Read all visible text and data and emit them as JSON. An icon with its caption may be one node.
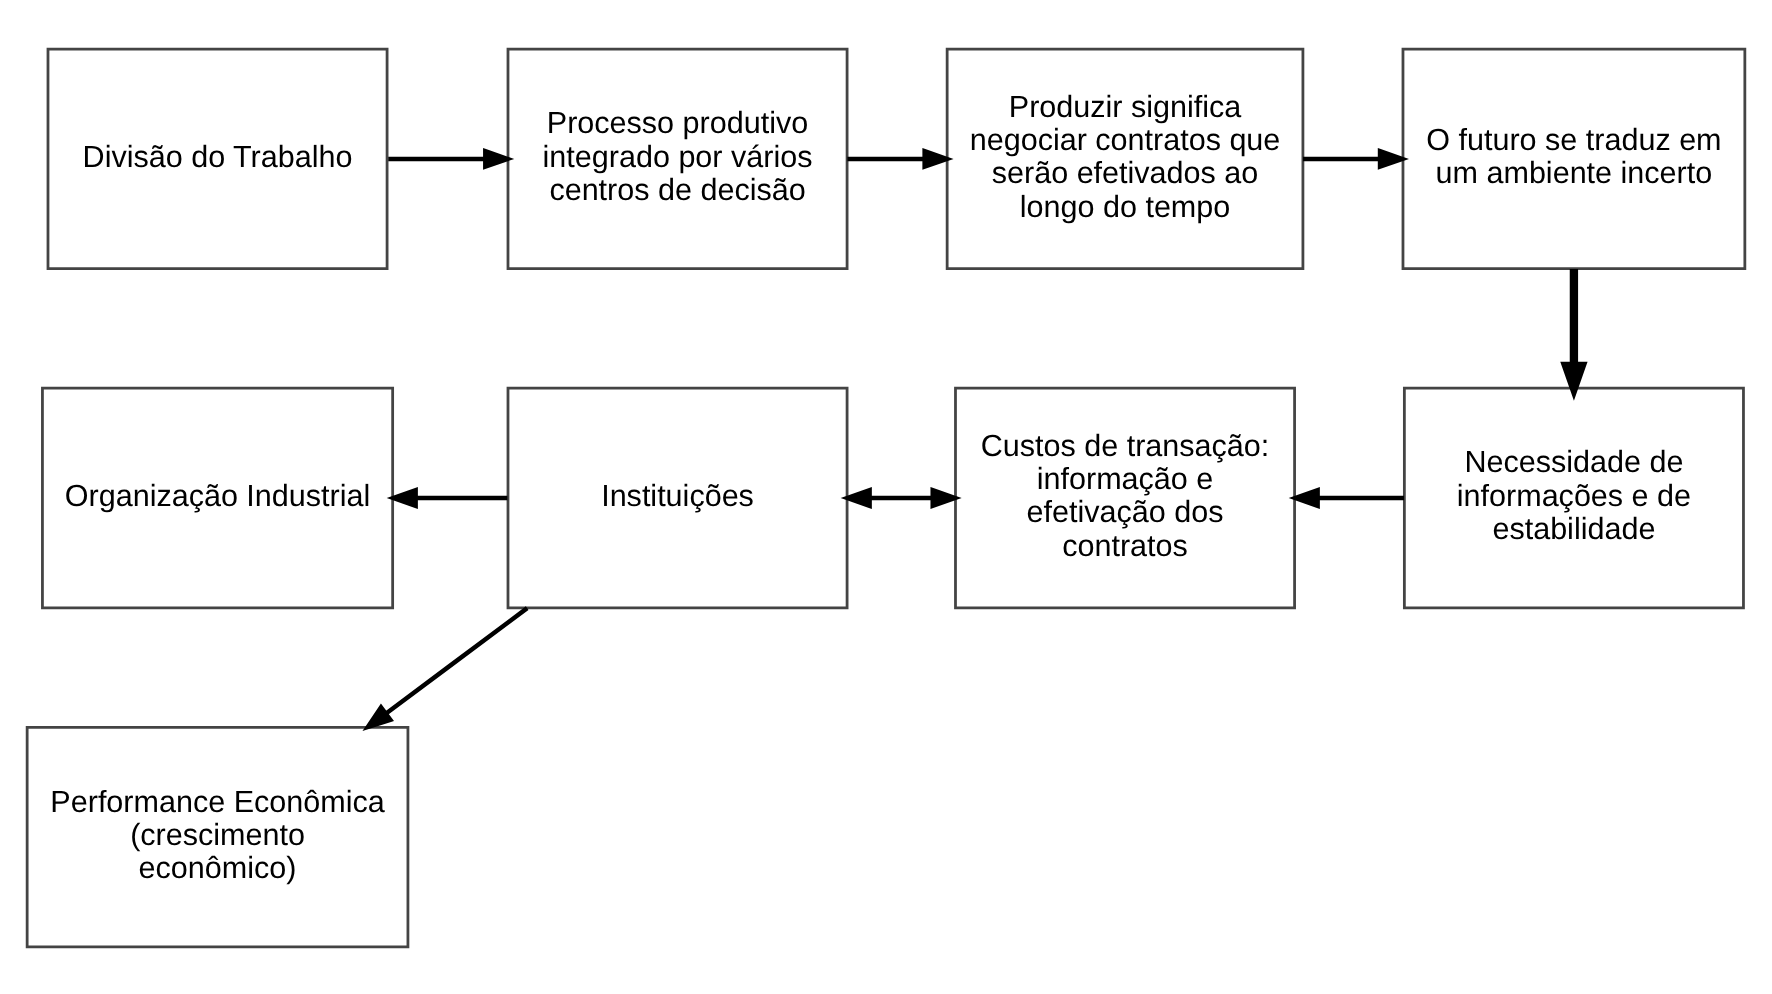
{
  "diagram": {
    "nodes": [
      {
        "text": [
          "Divisão do Trabalho"
        ]
      },
      {
        "text": [
          "Processo produtivo integrado por vários centros de decisão"
        ]
      },
      {
        "text": [
          "Produzir significa negociar contratos que serão efetivados ao longo do tempo"
        ]
      },
      {
        "text": [
          "O futuro se traduz em um ambiente incerto"
        ]
      },
      {
        "text": [
          "Necessidade de informações e de estabilidade"
        ]
      },
      {
        "text": [
          "Custos de transação: informação e efetivação dos contratos"
        ]
      },
      {
        "text": [
          "Instituições"
        ]
      },
      {
        "text": [
          "Organização Industrial"
        ]
      },
      {
        "text": [
          "Performance Econômica",
          "(crescimento econômico)"
        ]
      }
    ],
    "edges": [
      {
        "from": 0,
        "to": 1,
        "arrow": "to"
      },
      {
        "from": 1,
        "to": 2,
        "arrow": "to"
      },
      {
        "from": 2,
        "to": 3,
        "arrow": "to"
      },
      {
        "from": 3,
        "to": 4,
        "arrow": "to",
        "style": "thick"
      },
      {
        "from": 4,
        "to": 5,
        "arrow": "to"
      },
      {
        "from": 5,
        "to": 6,
        "arrow": "both"
      },
      {
        "from": 6,
        "to": 7,
        "arrow": "to"
      },
      {
        "from": 6,
        "to": 8,
        "arrow": "to"
      }
    ]
  }
}
